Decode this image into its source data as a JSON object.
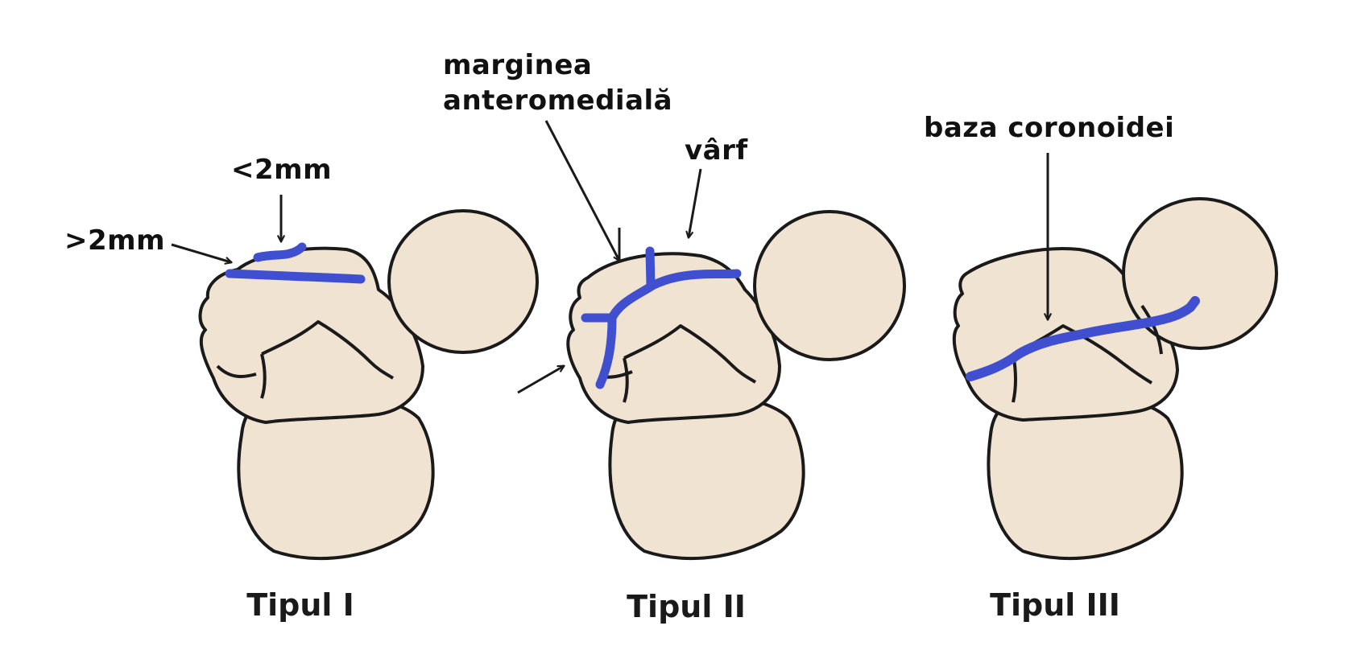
{
  "figure": {
    "panels": [
      {
        "title": "Tipul I",
        "labels": [
          ">2mm",
          "<2mm"
        ]
      },
      {
        "title": "Tipul II",
        "labels": [
          "marginea",
          "anteromedială",
          "vârf"
        ]
      },
      {
        "title": "Tipul III",
        "labels": [
          "baza coronoidei"
        ]
      }
    ],
    "colors": {
      "bone_fill": "#f0e3d1",
      "outline": "#1a1a1a",
      "fracture_line": "#3f4fd0",
      "background": "#ffffff"
    }
  }
}
